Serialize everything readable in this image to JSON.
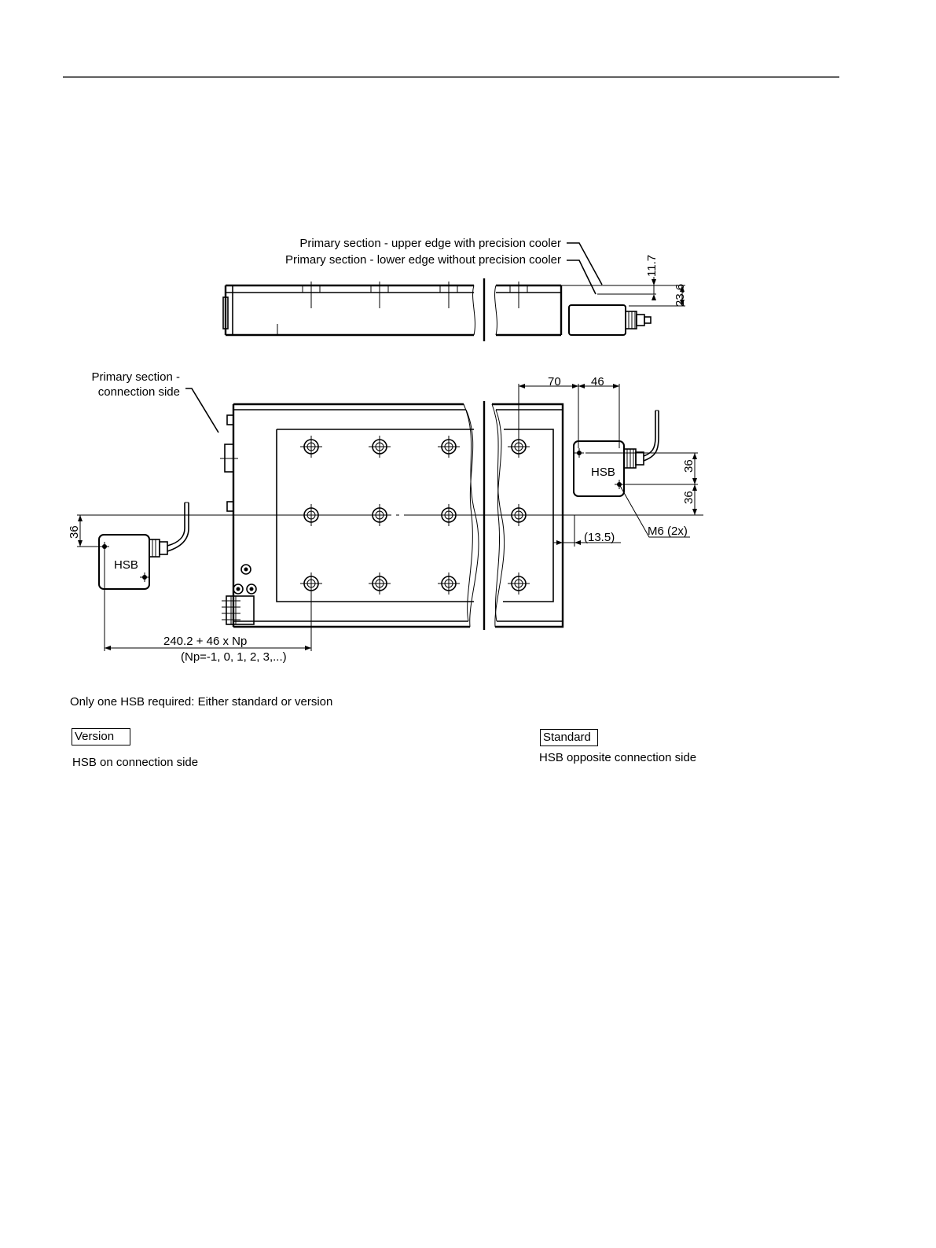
{
  "labels": {
    "upper_edge": "Primary section - upper edge with precision cooler",
    "lower_edge": "Primary section - lower edge without precision cooler",
    "conn_side_1": "Primary section -",
    "conn_side_2": "connection side",
    "hsb": "HSB",
    "thread": "M6 (2x)",
    "length_formula": "240.2 + 46 x Np",
    "np_values": "(Np=-1, 0, 1, 2, 3,...)"
  },
  "dimensions": {
    "d_11_7": "11.7",
    "d_23_6": "23.6",
    "d_70": "70",
    "d_46": "46",
    "d_36_a": "36",
    "d_36_b": "36",
    "d_36_c": "36",
    "d_13_5": "(13.5)"
  },
  "notes": {
    "only_one": "Only one HSB required: Either standard or version",
    "version_label": "Version",
    "version_desc": "HSB on connection side",
    "standard_label": "Standard",
    "standard_desc": "HSB opposite connection side"
  }
}
